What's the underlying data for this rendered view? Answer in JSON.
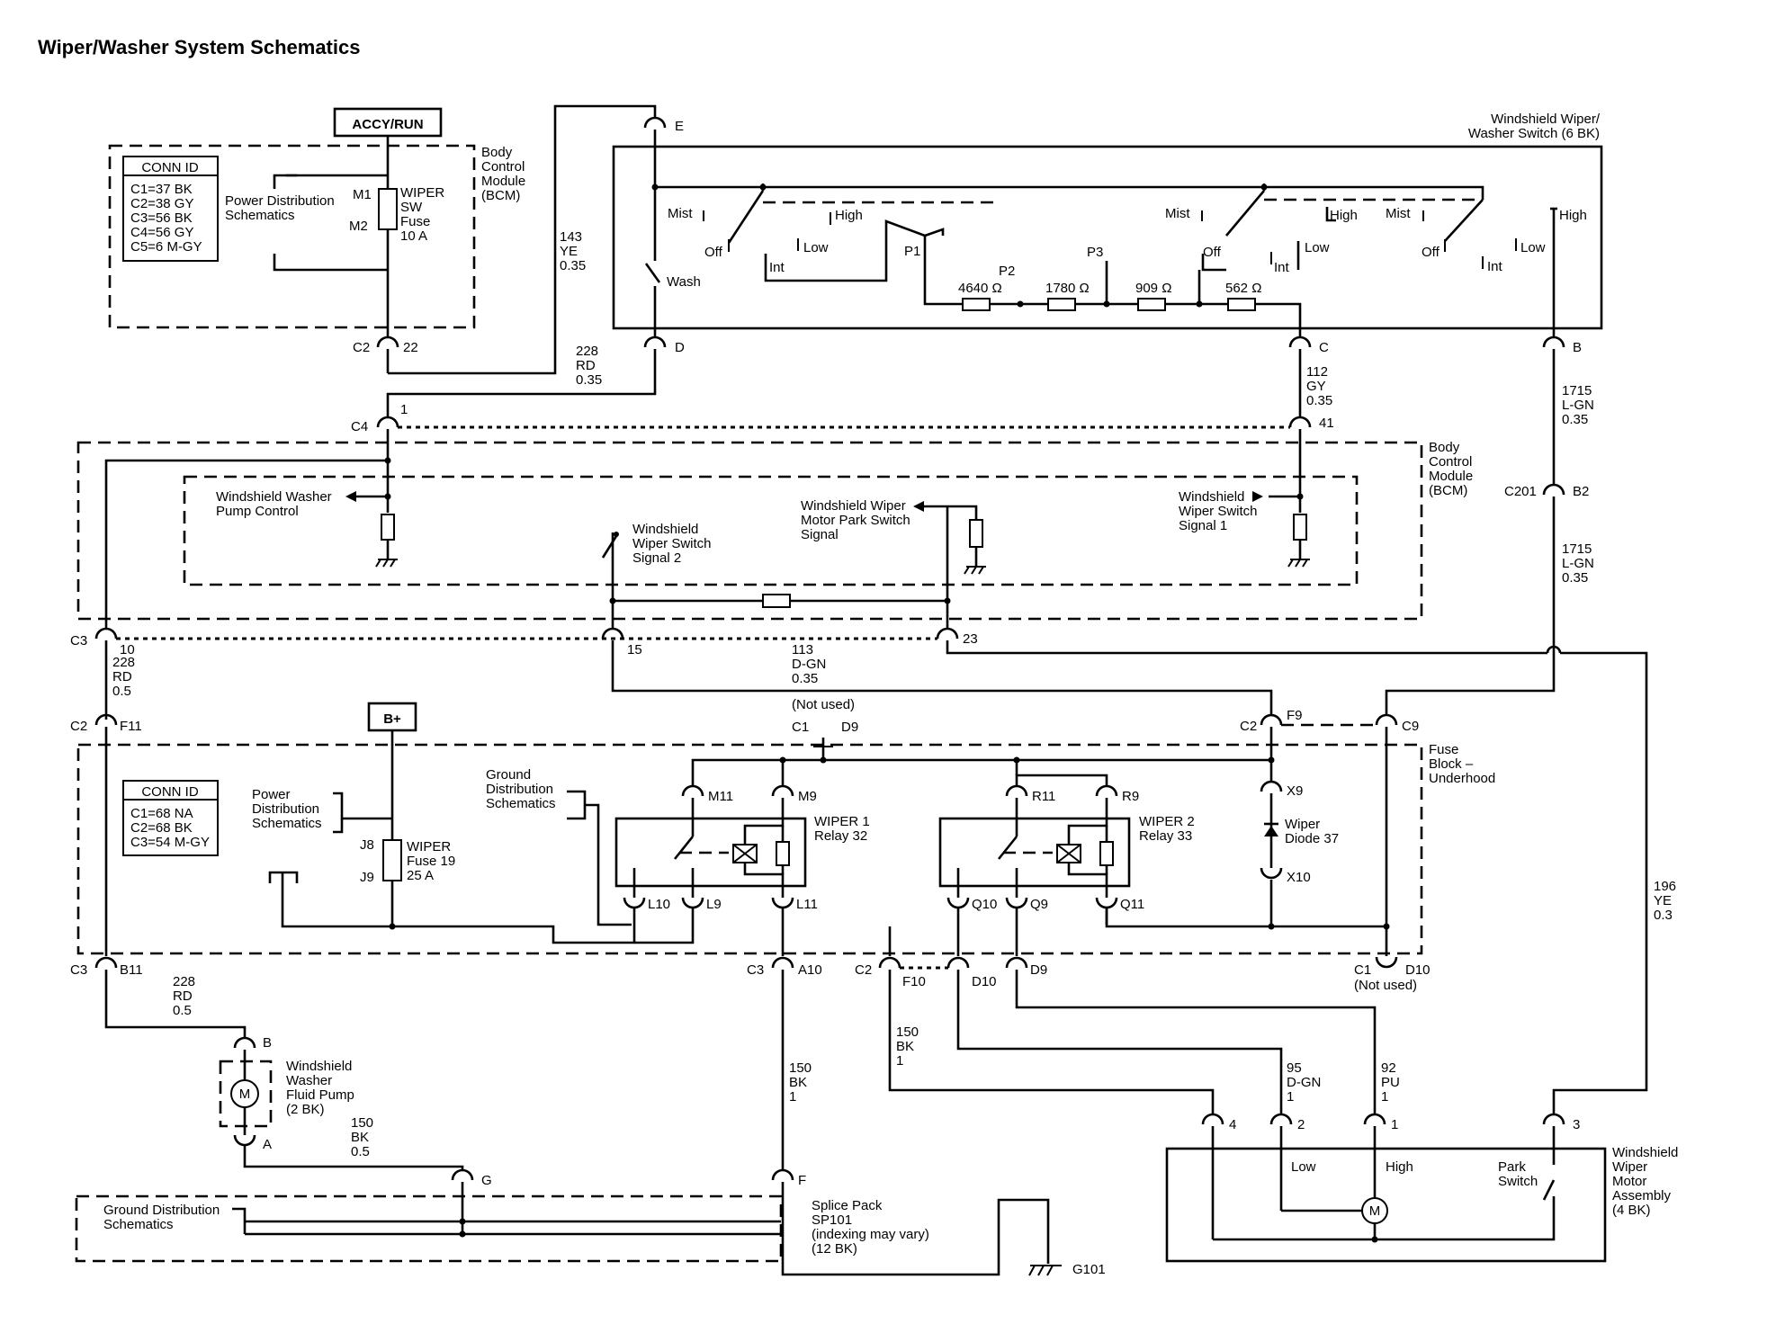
{
  "title": "Wiper/Washer System Schematics",
  "power": {
    "accy_run": "ACCY/RUN",
    "bplus": "B+"
  },
  "bcm_top": {
    "conn_header": "CONN ID",
    "conn": [
      "C1=37 BK",
      "C2=38 GY",
      "C3=56 BK",
      "C4=56 GY",
      "C5=6 M-GY"
    ],
    "pds": [
      "Power Distribution",
      "Schematics"
    ],
    "m1": "M1",
    "m2": "M2",
    "fuse": [
      "WIPER",
      "SW",
      "Fuse",
      "10 A"
    ],
    "name": [
      "Body",
      "Control",
      "Module",
      "(BCM)"
    ]
  },
  "switch_assy": {
    "name": [
      "Windshield Wiper/",
      "Washer Switch (6 BK)"
    ],
    "mist": "Mist",
    "off": "Off",
    "high": "High",
    "low": "Low",
    "int": "Int",
    "wash": "Wash",
    "p1": "P1",
    "p2": "P2",
    "p3": "P3",
    "r1": "4640 Ω",
    "r2": "1780 Ω",
    "r3": "909 Ω",
    "r4": "562 Ω"
  },
  "pins": {
    "E": "E",
    "D": "D",
    "C": "C",
    "B": "B",
    "c2": "C2",
    "p22": "22",
    "c4": "C4",
    "p1": "1",
    "p41": "41",
    "c201": "C201",
    "b2": "B2",
    "c3": "C3",
    "p10": "10",
    "p15": "15",
    "p23": "23",
    "f11": "F11",
    "c1": "C1",
    "d9": "D9",
    "f9": "F9",
    "c9": "C9",
    "b11": "B11",
    "a10": "A10",
    "f10": "F10",
    "d10": "D10",
    "pd9": "D9",
    "pd10": "D10",
    "pB": "B",
    "pA": "A",
    "pG": "G",
    "pF": "F",
    "p4": "4",
    "p2": "2",
    "pm1": "1",
    "p3": "3",
    "not_used": "(Not used)"
  },
  "wires": {
    "w143": [
      "143",
      "YE",
      "0.35"
    ],
    "w228a": [
      "228",
      "RD",
      "0.35"
    ],
    "w112": [
      "112",
      "GY",
      "0.35"
    ],
    "w1715a": [
      "1715",
      "L-GN",
      "0.35"
    ],
    "w1715b": [
      "1715",
      "L-GN",
      "0.35"
    ],
    "w228b": [
      "228",
      "RD",
      "0.5"
    ],
    "w113": [
      "113",
      "D-GN",
      "0.35"
    ],
    "w228c": [
      "228",
      "RD",
      "0.5"
    ],
    "w150a": [
      "150",
      "BK",
      "0.5"
    ],
    "w150b": [
      "150",
      "BK",
      "1"
    ],
    "w150c": [
      "150",
      "BK",
      "1"
    ],
    "w95": [
      "95",
      "D-GN",
      "1"
    ],
    "w92": [
      "92",
      "PU",
      "1"
    ],
    "w196": [
      "196",
      "YE",
      "0.3"
    ]
  },
  "bcm_mid": {
    "name": [
      "Body",
      "Control",
      "Module",
      "(BCM)"
    ],
    "pump_ctrl": [
      "Windshield Washer",
      "Pump Control"
    ],
    "sw_sig2": [
      "Windshield",
      "Wiper Switch",
      "Signal 2"
    ],
    "park_sig": [
      "Windshield Wiper",
      "Motor Park Switch",
      "Signal"
    ],
    "sw_sig1": [
      "Windshield",
      "Wiper Switch",
      "Signal 1"
    ]
  },
  "fuse_block": {
    "name": [
      "Fuse",
      "Block –",
      "Underhood"
    ],
    "conn_header": "CONN ID",
    "conn": [
      "C1=68 NA",
      "C2=68 BK",
      "C3=54 M-GY"
    ],
    "pds": [
      "Power",
      "Distribution",
      "Schematics"
    ],
    "gds": [
      "Ground",
      "Distribution",
      "Schematics"
    ],
    "j8": "J8",
    "j9": "J9",
    "fuse": [
      "WIPER",
      "Fuse 19",
      "25 A"
    ],
    "relay1": [
      "WIPER 1",
      "Relay 32"
    ],
    "relay2": [
      "WIPER 2",
      "Relay 33"
    ],
    "diode": [
      "Wiper",
      "Diode 37"
    ],
    "x9": "X9",
    "x10": "X10",
    "m11": "M11",
    "m9": "M9",
    "l10": "L10",
    "l9": "L9",
    "l11": "L11",
    "r11": "R11",
    "r9": "R9",
    "q10": "Q10",
    "q9": "Q9",
    "q11": "Q11"
  },
  "pump": {
    "name": [
      "Windshield",
      "Washer",
      "Fluid Pump",
      "(2 BK)"
    ],
    "m": "M"
  },
  "motor": {
    "name": [
      "Windshield",
      "Wiper",
      "Motor",
      "Assembly",
      "(4 BK)"
    ],
    "low": "Low",
    "high": "High",
    "park": [
      "Park",
      "Switch"
    ],
    "m": "M"
  },
  "ground": {
    "gds": [
      "Ground Distribution",
      "Schematics"
    ],
    "splice": [
      "Splice Pack",
      "SP101",
      "(indexing may vary)",
      "(12 BK)"
    ],
    "g101": "G101"
  }
}
